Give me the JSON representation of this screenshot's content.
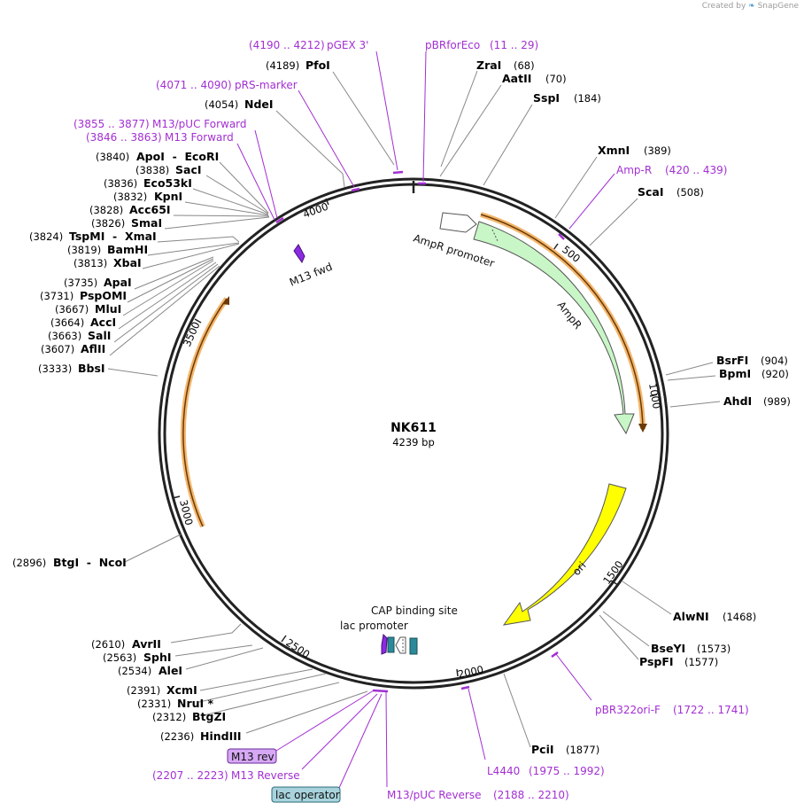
{
  "credit": {
    "prefix": "Created by",
    "brand": "SnapGene"
  },
  "plasmid": {
    "name": "NK611",
    "length_label": "4239 bp",
    "length": 4239
  },
  "colors": {
    "backbone": "#222222",
    "primer": "#a32fd3",
    "ampr": "#c8f6c6",
    "ori": "#ffff00",
    "orange": "#f3b66c",
    "promoter": "#ffffff",
    "operator": "#2b8a9a"
  },
  "ticks": [
    "500",
    "1000",
    "1500",
    "2000",
    "2500",
    "3000",
    "3500",
    "4000"
  ],
  "enzymes": [
    {
      "name": "PfoI",
      "pos": "(4189)"
    },
    {
      "name": "ZraI",
      "pos": "(68)"
    },
    {
      "name": "AatII",
      "pos": "(70)"
    },
    {
      "name": "SspI",
      "pos": "(184)"
    },
    {
      "name": "NdeI",
      "pos": "(4054)"
    },
    {
      "name": "XmnI",
      "pos": "(389)"
    },
    {
      "name": "ScaI",
      "pos": "(508)"
    },
    {
      "name": "ApoI  -  EcoRI",
      "pos": "(3840)"
    },
    {
      "name": "SacI",
      "pos": "(3838)"
    },
    {
      "name": "Eco53kI",
      "pos": "(3836)"
    },
    {
      "name": "KpnI",
      "pos": "(3832)"
    },
    {
      "name": "Acc65I",
      "pos": "(3828)"
    },
    {
      "name": "SmaI",
      "pos": "(3826)"
    },
    {
      "name": "TspMI  -  XmaI",
      "pos": "(3824)"
    },
    {
      "name": "BamHI",
      "pos": "(3819)"
    },
    {
      "name": "XbaI",
      "pos": "(3813)"
    },
    {
      "name": "ApaI",
      "pos": "(3735)"
    },
    {
      "name": "PspOMI",
      "pos": "(3731)"
    },
    {
      "name": "MluI",
      "pos": "(3667)"
    },
    {
      "name": "AccI",
      "pos": "(3664)"
    },
    {
      "name": "SalI",
      "pos": "(3663)"
    },
    {
      "name": "AflII",
      "pos": "(3607)"
    },
    {
      "name": "BbsI",
      "pos": "(3333)"
    },
    {
      "name": "BsrFI",
      "pos": "(904)"
    },
    {
      "name": "BpmI",
      "pos": "(920)"
    },
    {
      "name": "AhdI",
      "pos": "(989)"
    },
    {
      "name": "BtgI  -  NcoI",
      "pos": "(2896)"
    },
    {
      "name": "AlwNI",
      "pos": "(1468)"
    },
    {
      "name": "BseYI",
      "pos": "(1573)"
    },
    {
      "name": "PspFI",
      "pos": "(1577)"
    },
    {
      "name": "AvrII",
      "pos": "(2610)"
    },
    {
      "name": "SphI",
      "pos": "(2563)"
    },
    {
      "name": "AleI",
      "pos": "(2534)"
    },
    {
      "name": "XcmI",
      "pos": "(2391)"
    },
    {
      "name": "NruI *",
      "pos": "(2331)"
    },
    {
      "name": "BtgZI",
      "pos": "(2312)"
    },
    {
      "name": "HindIII",
      "pos": "(2236)"
    },
    {
      "name": "PciI",
      "pos": "(1877)"
    }
  ],
  "primers": [
    {
      "name": "pGEX 3'",
      "range": "(4190 .. 4212)"
    },
    {
      "name": "pBRforEco",
      "range": "(11 .. 29)"
    },
    {
      "name": "pRS-marker",
      "range": "(4071 .. 4090)"
    },
    {
      "name": "M13/pUC Forward",
      "range": "(3855 .. 3877)"
    },
    {
      "name": "M13 Forward",
      "range": "(3846 .. 3863)"
    },
    {
      "name": "Amp-R",
      "range": "(420 .. 439)"
    },
    {
      "name": "pBR322ori-F",
      "range": "(1722 .. 1741)"
    },
    {
      "name": "L4440",
      "range": "(1975 .. 1992)"
    },
    {
      "name": "M13 Reverse",
      "range": "(2207 .. 2223)"
    },
    {
      "name": "M13/pUC Reverse",
      "range": "(2188 .. 2210)"
    }
  ],
  "features": {
    "ampr_promoter": "AmpR promoter",
    "ampr": "AmpR",
    "ori": "ori",
    "m13_fwd": "M13 fwd",
    "cap_site": "CAP binding site",
    "lac_promoter": "lac promoter",
    "m13_rev": "M13 rev",
    "lac_operator": "lac operator"
  }
}
